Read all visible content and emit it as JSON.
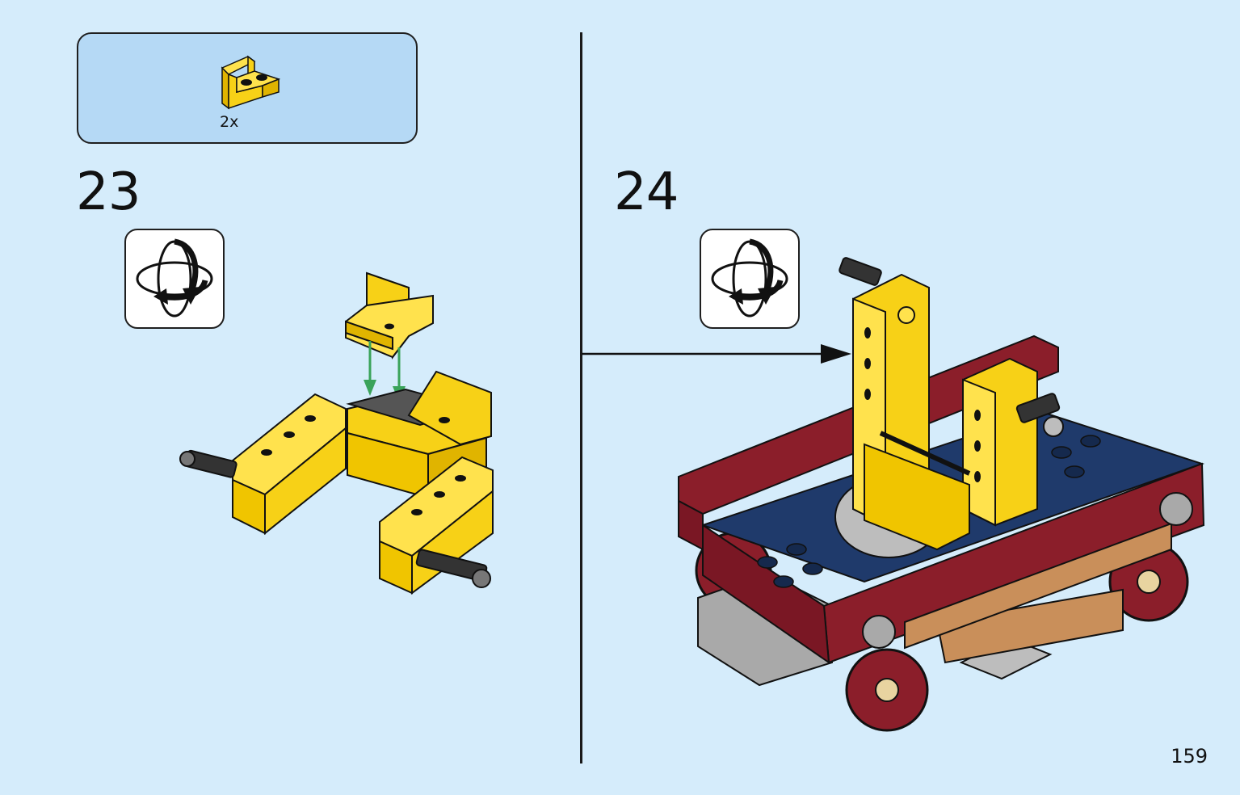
{
  "parts_list": {
    "quantity": "2x",
    "part_icon": "yellow-bracket-brick-icon",
    "color": "#f7d117"
  },
  "steps": [
    {
      "number": "23",
      "rotate_icon": "rotate-model-icon"
    },
    {
      "number": "24",
      "rotate_icon": "rotate-model-icon"
    }
  ],
  "page_number": "159",
  "colors": {
    "background": "#d5ecfb",
    "parts_box": "#b5d9f5",
    "yellow": "#f7d117",
    "dark_red": "#8b1e2a",
    "dark_blue": "#1f3a6b",
    "grey": "#a9a9a9",
    "green_arrow": "#3aa35a"
  }
}
